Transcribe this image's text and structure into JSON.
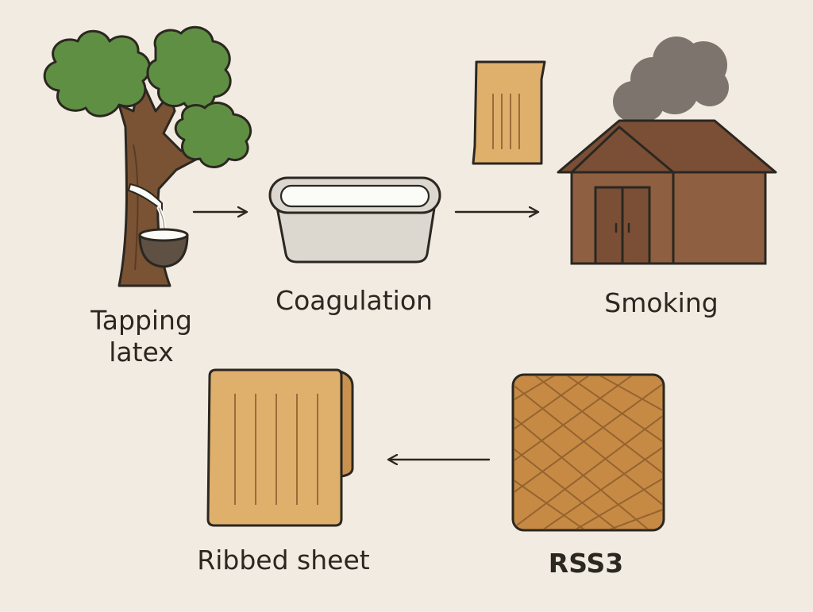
{
  "steps": {
    "tapping": "Tapping\nlatex",
    "coagulation": "Coagulation",
    "smoking": "Smoking",
    "rss3": "RSS3",
    "ribbed": "Ribbed sheet"
  },
  "colors": {
    "background": "#f2ebe1",
    "outline": "#2b2721",
    "foliage": "#5f8f43",
    "trunk": "#7a5334",
    "latex": "#fbfbf7",
    "tank": "#dcd8d0",
    "sheet": "#dfaf6c",
    "house": "#8e5f41",
    "roof": "#7a4f35",
    "smoke": "#7c746d",
    "rss3": "#c68a44"
  },
  "icons": [
    "rubber-tree-icon",
    "latex-cup-icon",
    "coagulation-tank-icon",
    "sheet-icon",
    "smokehouse-icon",
    "smoke-icon",
    "rss3-sheet-icon",
    "ribbed-sheet-icon"
  ]
}
